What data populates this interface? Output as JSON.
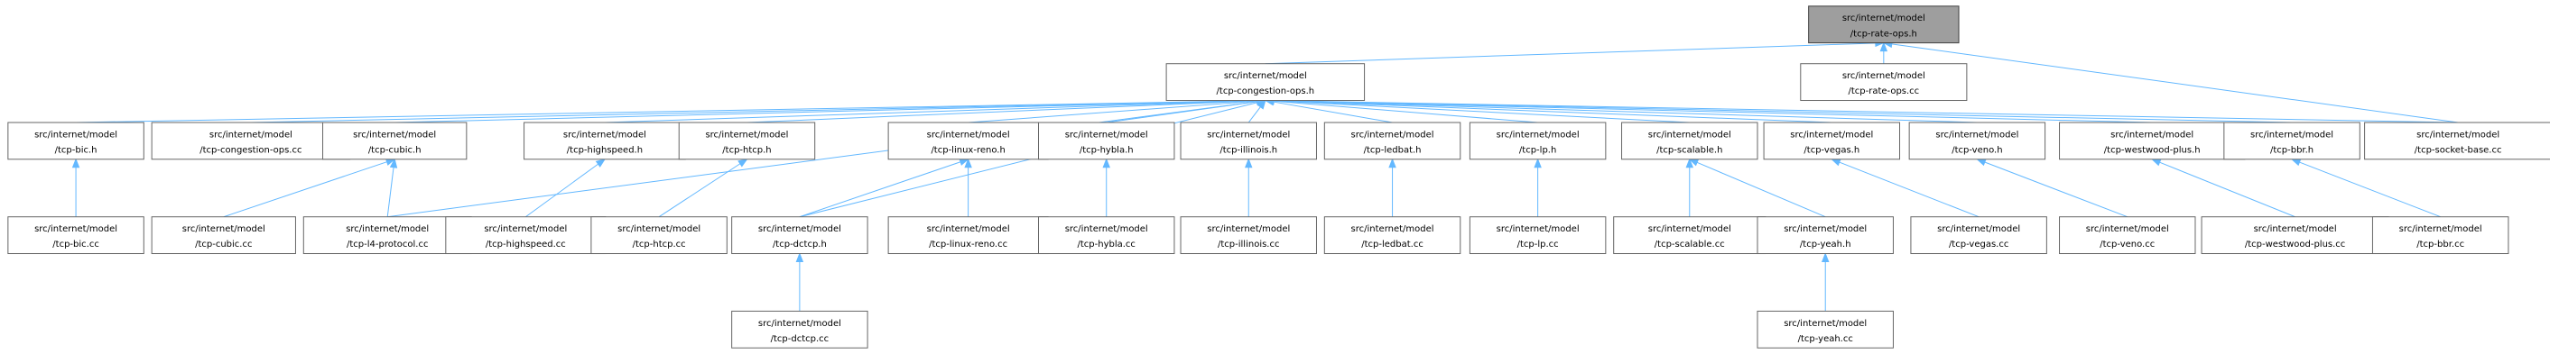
{
  "graph": {
    "nodes": [
      {
        "id": "tcp_rate_ops_h",
        "line1": "src/internet/model",
        "line2": "/tcp-rate-ops.h",
        "root": true
      },
      {
        "id": "tcp_congestion_ops_h",
        "line1": "src/internet/model",
        "line2": "/tcp-congestion-ops.h"
      },
      {
        "id": "tcp_rate_ops_cc",
        "line1": "src/internet/model",
        "line2": "/tcp-rate-ops.cc"
      },
      {
        "id": "tcp_socket_base_cc",
        "line1": "src/internet/model",
        "line2": "/tcp-socket-base.cc"
      },
      {
        "id": "tcp_bic_h",
        "line1": "src/internet/model",
        "line2": "/tcp-bic.h"
      },
      {
        "id": "tcp_congestion_ops_cc",
        "line1": "src/internet/model",
        "line2": "/tcp-congestion-ops.cc"
      },
      {
        "id": "tcp_cubic_h",
        "line1": "src/internet/model",
        "line2": "/tcp-cubic.h"
      },
      {
        "id": "tcp_highspeed_h",
        "line1": "src/internet/model",
        "line2": "/tcp-highspeed.h"
      },
      {
        "id": "tcp_htcp_h",
        "line1": "src/internet/model",
        "line2": "/tcp-htcp.h"
      },
      {
        "id": "tcp_linux_reno_h",
        "line1": "src/internet/model",
        "line2": "/tcp-linux-reno.h"
      },
      {
        "id": "tcp_hybla_h",
        "line1": "src/internet/model",
        "line2": "/tcp-hybla.h"
      },
      {
        "id": "tcp_illinois_h",
        "line1": "src/internet/model",
        "line2": "/tcp-illinois.h"
      },
      {
        "id": "tcp_ledbat_h",
        "line1": "src/internet/model",
        "line2": "/tcp-ledbat.h"
      },
      {
        "id": "tcp_lp_h",
        "line1": "src/internet/model",
        "line2": "/tcp-lp.h"
      },
      {
        "id": "tcp_scalable_h",
        "line1": "src/internet/model",
        "line2": "/tcp-scalable.h"
      },
      {
        "id": "tcp_vegas_h",
        "line1": "src/internet/model",
        "line2": "/tcp-vegas.h"
      },
      {
        "id": "tcp_veno_h",
        "line1": "src/internet/model",
        "line2": "/tcp-veno.h"
      },
      {
        "id": "tcp_westwood_plus_h",
        "line1": "src/internet/model",
        "line2": "/tcp-westwood-plus.h"
      },
      {
        "id": "tcp_bbr_h",
        "line1": "src/internet/model",
        "line2": "/tcp-bbr.h"
      },
      {
        "id": "tcp_bic_cc",
        "line1": "src/internet/model",
        "line2": "/tcp-bic.cc"
      },
      {
        "id": "tcp_cubic_cc",
        "line1": "src/internet/model",
        "line2": "/tcp-cubic.cc"
      },
      {
        "id": "tcp_l4_protocol_cc",
        "line1": "src/internet/model",
        "line2": "/tcp-l4-protocol.cc"
      },
      {
        "id": "tcp_highspeed_cc",
        "line1": "src/internet/model",
        "line2": "/tcp-highspeed.cc"
      },
      {
        "id": "tcp_htcp_cc",
        "line1": "src/internet/model",
        "line2": "/tcp-htcp.cc"
      },
      {
        "id": "tcp_dctcp_h",
        "line1": "src/internet/model",
        "line2": "/tcp-dctcp.h"
      },
      {
        "id": "tcp_linux_reno_cc",
        "line1": "src/internet/model",
        "line2": "/tcp-linux-reno.cc"
      },
      {
        "id": "tcp_hybla_cc",
        "line1": "src/internet/model",
        "line2": "/tcp-hybla.cc"
      },
      {
        "id": "tcp_illinois_cc",
        "line1": "src/internet/model",
        "line2": "/tcp-illinois.cc"
      },
      {
        "id": "tcp_ledbat_cc",
        "line1": "src/internet/model",
        "line2": "/tcp-ledbat.cc"
      },
      {
        "id": "tcp_lp_cc",
        "line1": "src/internet/model",
        "line2": "/tcp-lp.cc"
      },
      {
        "id": "tcp_scalable_cc",
        "line1": "src/internet/model",
        "line2": "/tcp-scalable.cc"
      },
      {
        "id": "tcp_yeah_h",
        "line1": "src/internet/model",
        "line2": "/tcp-yeah.h"
      },
      {
        "id": "tcp_vegas_cc",
        "line1": "src/internet/model",
        "line2": "/tcp-vegas.cc"
      },
      {
        "id": "tcp_veno_cc",
        "line1": "src/internet/model",
        "line2": "/tcp-veno.cc"
      },
      {
        "id": "tcp_westwood_plus_cc",
        "line1": "src/internet/model",
        "line2": "/tcp-westwood-plus.cc"
      },
      {
        "id": "tcp_bbr_cc",
        "line1": "src/internet/model",
        "line2": "/tcp-bbr.cc"
      },
      {
        "id": "tcp_dctcp_cc",
        "line1": "src/internet/model",
        "line2": "/tcp-dctcp.cc"
      },
      {
        "id": "tcp_yeah_cc",
        "line1": "src/internet/model",
        "line2": "/tcp-yeah.cc"
      }
    ],
    "edges": [
      [
        "tcp_congestion_ops_h",
        "tcp_rate_ops_h"
      ],
      [
        "tcp_rate_ops_cc",
        "tcp_rate_ops_h"
      ],
      [
        "tcp_socket_base_cc",
        "tcp_rate_ops_h"
      ],
      [
        "tcp_bic_h",
        "tcp_congestion_ops_h"
      ],
      [
        "tcp_congestion_ops_cc",
        "tcp_congestion_ops_h"
      ],
      [
        "tcp_cubic_h",
        "tcp_congestion_ops_h"
      ],
      [
        "tcp_l4_protocol_cc",
        "tcp_congestion_ops_h"
      ],
      [
        "tcp_highspeed_h",
        "tcp_congestion_ops_h"
      ],
      [
        "tcp_htcp_h",
        "tcp_congestion_ops_h"
      ],
      [
        "tcp_dctcp_h",
        "tcp_congestion_ops_h"
      ],
      [
        "tcp_linux_reno_h",
        "tcp_congestion_ops_h"
      ],
      [
        "tcp_hybla_h",
        "tcp_congestion_ops_h"
      ],
      [
        "tcp_illinois_h",
        "tcp_congestion_ops_h"
      ],
      [
        "tcp_ledbat_h",
        "tcp_congestion_ops_h"
      ],
      [
        "tcp_lp_h",
        "tcp_congestion_ops_h"
      ],
      [
        "tcp_scalable_h",
        "tcp_congestion_ops_h"
      ],
      [
        "tcp_vegas_h",
        "tcp_congestion_ops_h"
      ],
      [
        "tcp_veno_h",
        "tcp_congestion_ops_h"
      ],
      [
        "tcp_westwood_plus_h",
        "tcp_congestion_ops_h"
      ],
      [
        "tcp_bbr_h",
        "tcp_congestion_ops_h"
      ],
      [
        "tcp_socket_base_cc",
        "tcp_congestion_ops_h"
      ],
      [
        "tcp_bic_cc",
        "tcp_bic_h"
      ],
      [
        "tcp_cubic_cc",
        "tcp_cubic_h"
      ],
      [
        "tcp_l4_protocol_cc",
        "tcp_cubic_h"
      ],
      [
        "tcp_highspeed_cc",
        "tcp_highspeed_h"
      ],
      [
        "tcp_htcp_cc",
        "tcp_htcp_h"
      ],
      [
        "tcp_dctcp_h",
        "tcp_linux_reno_h"
      ],
      [
        "tcp_linux_reno_cc",
        "tcp_linux_reno_h"
      ],
      [
        "tcp_hybla_cc",
        "tcp_hybla_h"
      ],
      [
        "tcp_illinois_cc",
        "tcp_illinois_h"
      ],
      [
        "tcp_ledbat_cc",
        "tcp_ledbat_h"
      ],
      [
        "tcp_lp_cc",
        "tcp_lp_h"
      ],
      [
        "tcp_scalable_cc",
        "tcp_scalable_h"
      ],
      [
        "tcp_yeah_h",
        "tcp_scalable_h"
      ],
      [
        "tcp_vegas_cc",
        "tcp_vegas_h"
      ],
      [
        "tcp_veno_cc",
        "tcp_veno_h"
      ],
      [
        "tcp_westwood_plus_cc",
        "tcp_westwood_plus_h"
      ],
      [
        "tcp_bbr_cc",
        "tcp_bbr_h"
      ],
      [
        "tcp_dctcp_cc",
        "tcp_dctcp_h"
      ],
      [
        "tcp_yeah_cc",
        "tcp_yeah_h"
      ]
    ]
  },
  "colors": {
    "edge": "#63b8ff",
    "root_fill": "#9e9e9e",
    "node_border": "#666666"
  }
}
